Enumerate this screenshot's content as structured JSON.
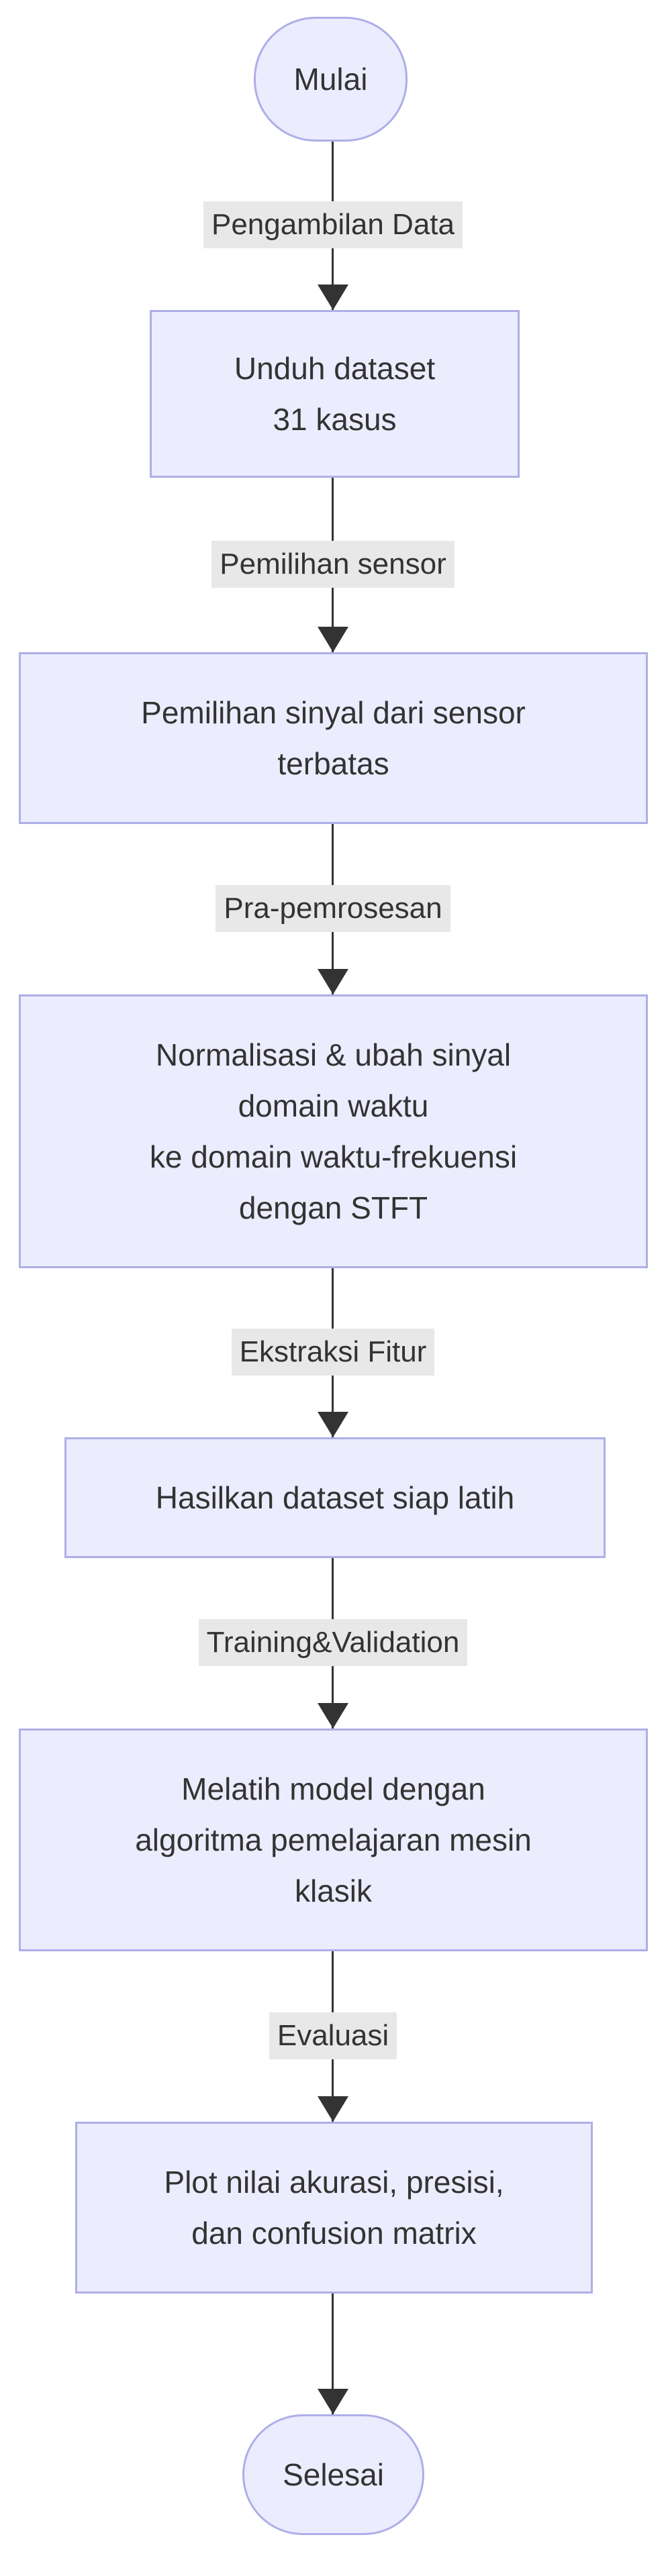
{
  "diagram": {
    "type": "flowchart",
    "direction": "top-down",
    "colors": {
      "node_fill": "#ECECFF",
      "node_border": "#AEAEE8",
      "edge_line": "#333333",
      "edge_label_bg": "#E8E8E8",
      "text": "#333333",
      "background": "#FFFFFF"
    },
    "nodes": [
      {
        "id": "start",
        "shape": "stadium",
        "lines": [
          "Mulai"
        ]
      },
      {
        "id": "download",
        "shape": "rect",
        "lines": [
          "Unduh dataset",
          "31 kasus"
        ]
      },
      {
        "id": "signal-select",
        "shape": "rect",
        "lines": [
          "Pemilihan sinyal dari sensor",
          "terbatas"
        ]
      },
      {
        "id": "preprocessing",
        "shape": "rect",
        "lines": [
          "Normalisasi & ubah sinyal",
          "domain waktu",
          "ke domain waktu-frekuensi",
          "dengan STFT"
        ]
      },
      {
        "id": "dataset-ready",
        "shape": "rect",
        "lines": [
          "Hasilkan dataset siap latih"
        ]
      },
      {
        "id": "training",
        "shape": "rect",
        "lines": [
          "Melatih model dengan",
          "algoritma pemelajaran mesin",
          "klasik"
        ]
      },
      {
        "id": "plot-results",
        "shape": "rect",
        "lines": [
          "Plot nilai akurasi, presisi,",
          "dan confusion matrix"
        ]
      },
      {
        "id": "end",
        "shape": "stadium",
        "lines": [
          "Selesai"
        ]
      }
    ],
    "edge_labels": [
      "Pengambilan Data",
      "Pemilihan sensor",
      "Pra-pemrosesan",
      "Ekstraksi Fitur",
      "Training&Validation",
      "Evaluasi"
    ]
  }
}
